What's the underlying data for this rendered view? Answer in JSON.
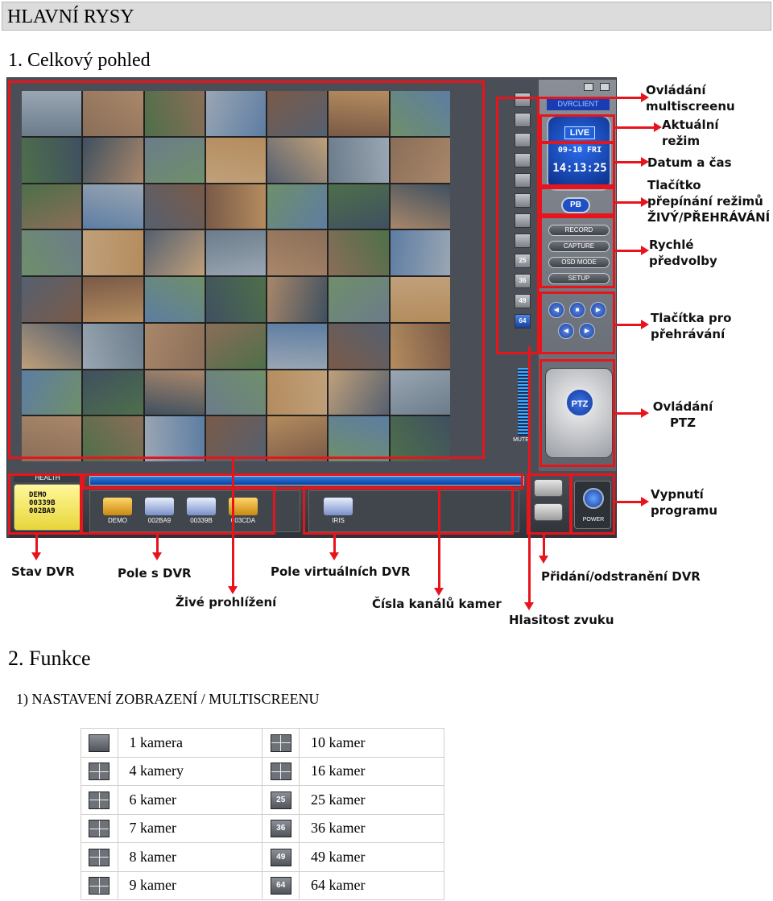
{
  "header": {
    "title": "HLAVNÍ RYSY"
  },
  "section1": {
    "title": "1. Celkový pohled"
  },
  "section2": {
    "title": "2. Funkce"
  },
  "subsection": {
    "title": "1) NASTAVENÍ ZOBRAZENÍ / MULTISCREENU"
  },
  "app": {
    "logo": "DVRCLIENT",
    "mode": "LIVE",
    "date": "09-10 FRI",
    "time": "14:13:25",
    "pb_label": "PB",
    "quick_buttons": [
      "RECORD",
      "CAPTURE",
      "OSD MODE",
      "SETUP"
    ],
    "layout_buttons": [
      "",
      "",
      "",
      "",
      "",
      "",
      "",
      "",
      "25",
      "36",
      "49",
      "64"
    ],
    "ptz_label": "PTZ",
    "mute_label": "MUTE",
    "health_label": "HEALTH",
    "health_lines": [
      "DEMO",
      "00339B",
      "002BA9"
    ],
    "dvrs": [
      "DEMO",
      "002BA9",
      "00339B",
      "003CDA"
    ],
    "virtual_dvrs": [
      "IRIS"
    ],
    "power_label": "POWER",
    "colors": {
      "highlight": "#e8141c",
      "accent": "#1f5fd8",
      "health": "#f5e65a"
    }
  },
  "callouts": {
    "multiscreen": "Ovládání multiscreenu",
    "mode": "Aktuální režim",
    "datetime": "Datum a čas",
    "toggle": "Tlačítko přepínání režimů ŽIVÝ/PŘEHRÁVÁNÍ",
    "quick": "Rychlé předvolby",
    "playback": "Tlačítka pro přehrávání",
    "ptz": "Ovládání PTZ",
    "exit": "Vypnutí programu",
    "dvr_status": "Stav DVR",
    "dvr_field": "Pole s DVR",
    "virtual_field": "Pole virtuálních DVR",
    "add_remove": "Přidání/odstranění DVR",
    "live_view": "Živé prohlížení",
    "channels": "Čísla kanálů kamer",
    "volume": "Hlasitost zvuku"
  },
  "table": {
    "left": [
      "1 kamera",
      "4 kamery",
      "6 kamer",
      "7 kamer",
      "8 kamer",
      "9 kamer"
    ],
    "right": [
      "10 kamer",
      "16 kamer",
      "25 kamer",
      "36 kamer",
      "49 kamer",
      "64 kamer"
    ],
    "right_icon_labels": [
      "",
      "",
      "25",
      "36",
      "49",
      "64"
    ]
  }
}
